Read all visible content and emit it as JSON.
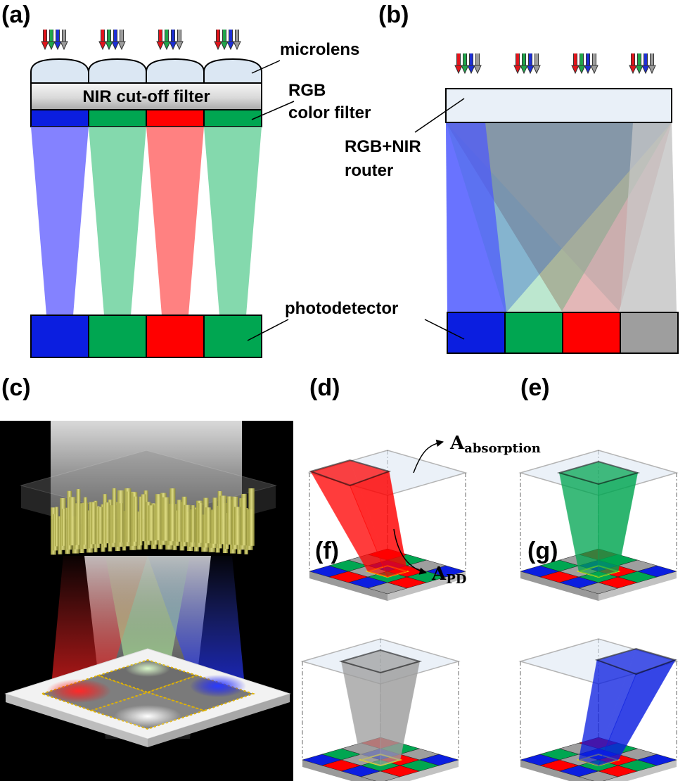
{
  "panels": {
    "a": "(a)",
    "b": "(b)",
    "c": "(c)",
    "d": "(d)",
    "e": "(e)",
    "f": "(f)",
    "g": "(g)"
  },
  "labels": {
    "microlens": "microlens",
    "nir_filter": "NIR cut-off filter",
    "rgb_filter_1": "RGB",
    "rgb_filter_2": "color filter",
    "router_1": "RGB+NIR",
    "router_2": "router",
    "photodetector": "photodetector",
    "a_absorption_main": "A",
    "a_absorption_sub": "absorption",
    "a_pd_main": "A",
    "a_pd_sub": "PD"
  },
  "colors": {
    "blue": "#0b1ee0",
    "green": "#00a651",
    "red": "#ff0000",
    "gray": "#9e9e9e",
    "lens": "#dbe7f3"
  },
  "arrow_colors": [
    "#e3141b",
    "#1fa64a",
    "#1d2fd6",
    "#9c9c9c"
  ],
  "filter_colors": [
    "blue",
    "green",
    "red",
    "green"
  ],
  "pd_colors_a": [
    "blue",
    "green",
    "red",
    "green"
  ],
  "pd_colors_b": [
    "blue",
    "green",
    "red",
    "gray"
  ],
  "icons": {
    "incident_light": "rgbn-arrow-group-icon",
    "pointer": "arrow-pointer-icon"
  }
}
